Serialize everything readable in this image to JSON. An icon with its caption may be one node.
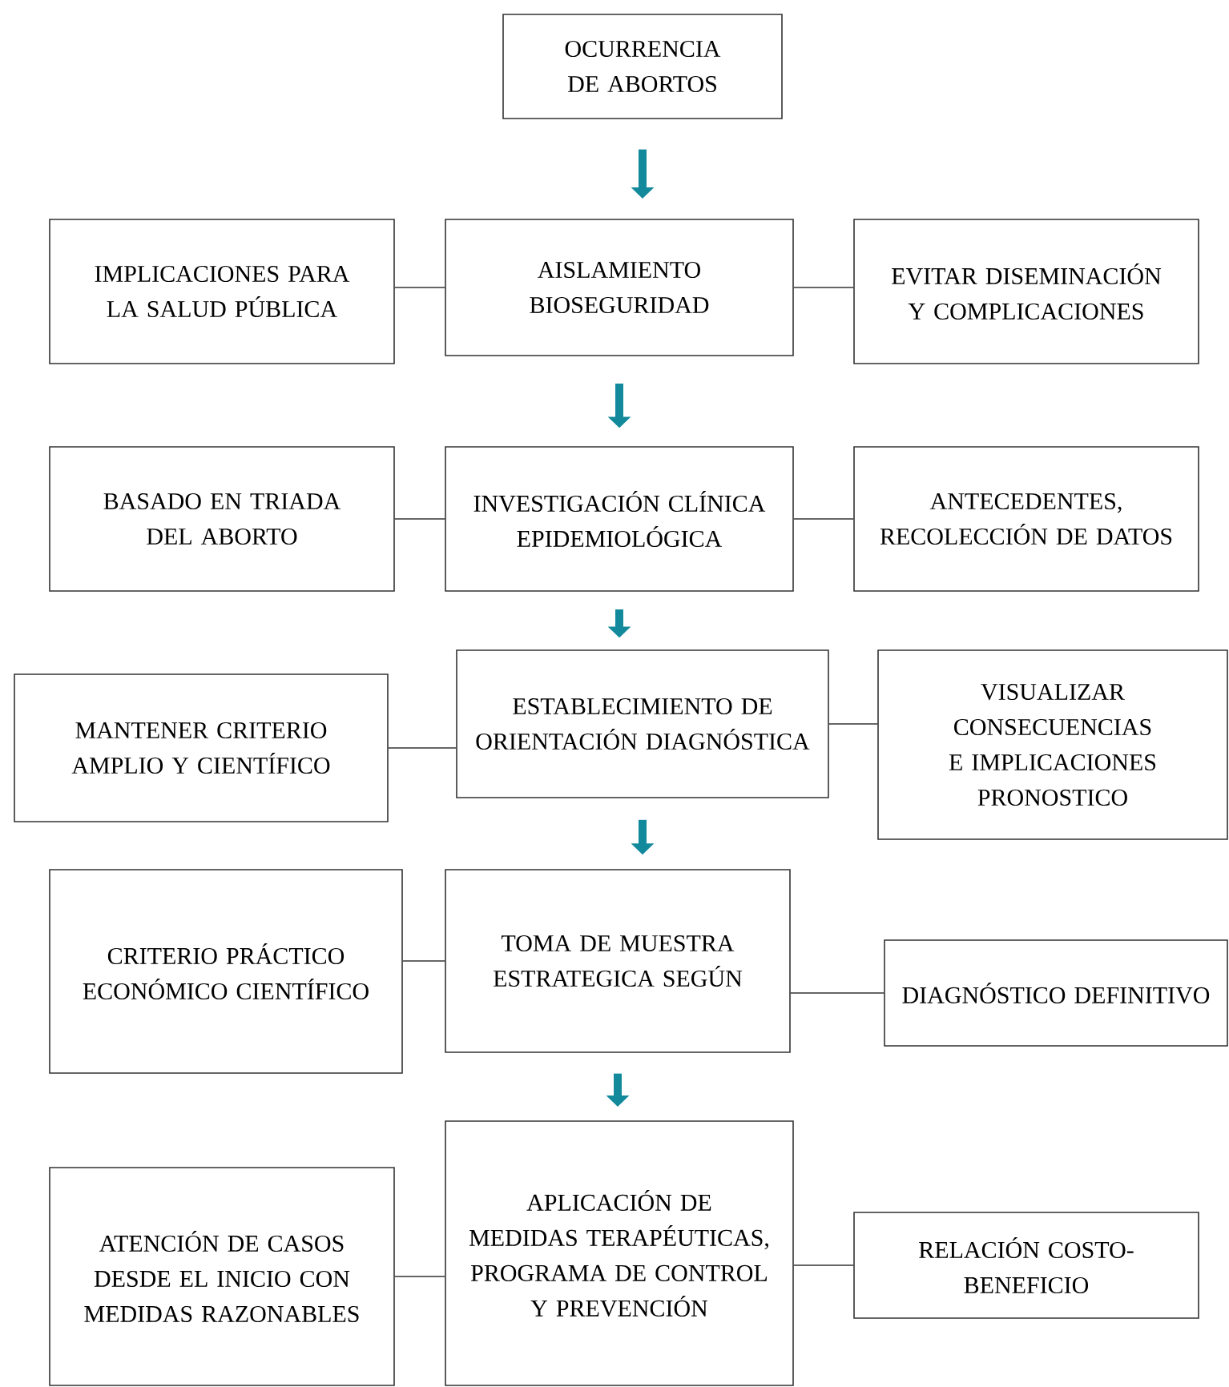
{
  "diagram": {
    "nodes": [
      {
        "text": [
          "OCURRENCIA DE ABORTOS"
        ]
      },
      {
        "text": [
          "IMPLICACIONES PARA LA SALUD PÚBLICA"
        ]
      },
      {
        "text": [
          "AISLAMIENTO BIOSEGURIDAD"
        ]
      },
      {
        "text": [
          "EVITAR DISEMINACIÓN Y COMPLICACIONES"
        ]
      },
      {
        "text": [
          "BASADO EN TRIADA DEL ABORTO"
        ]
      },
      {
        "text": [
          "INVESTIGACIÓN CLÍNICA EPIDEMIOLÓGICA"
        ]
      },
      {
        "text": [
          "ANTECEDENTES, RECOLECCIÓN DE DATOS"
        ]
      },
      {
        "text": [
          "MANTENER CRITERIO AMPLIO Y CIENTÍFICO"
        ]
      },
      {
        "text": [
          "ESTABLECIMIENTO DE ORIENTACIÓN DIAGNÓSTICA"
        ]
      },
      {
        "text": [
          "VISUALIZAR CONSECUENCIAS E IMPLICACIONES PRONOSTICO"
        ]
      },
      {
        "text": [
          "CRITERIO PRÁCTICO ECONÓMICO CIENTÍFICO"
        ]
      },
      {
        "text": [
          "TOMA DE MUESTRA ESTRATEGICA SEGÚN"
        ]
      },
      {
        "text": [
          "DIAGNÓSTICO DEFINITIVO"
        ]
      },
      {
        "text": [
          "ATENCIÓN DE CASOS DESDE EL INICIO CON MEDIDAS RAZONABLES"
        ]
      },
      {
        "text": [
          "APLICACIÓN DE MEDIDAS TERAPÉUTICAS, PROGRAMA DE CONTROL Y PREVENCIÓN"
        ]
      },
      {
        "text": [
          "RELACIÓN COSTO-BENEFICIO"
        ]
      }
    ],
    "edges": [
      {
        "from": 0,
        "to": 2,
        "arrow": "to",
        "style": "thick",
        "color": "#138a9c"
      },
      {
        "from": 1,
        "to": 2,
        "arrow": "none"
      },
      {
        "from": 2,
        "to": 3,
        "arrow": "none"
      },
      {
        "from": 2,
        "to": 5,
        "arrow": "to",
        "style": "thick",
        "color": "#138a9c"
      },
      {
        "from": 4,
        "to": 5,
        "arrow": "none"
      },
      {
        "from": 5,
        "to": 6,
        "arrow": "none"
      },
      {
        "from": 5,
        "to": 8,
        "arrow": "to",
        "style": "thick",
        "color": "#138a9c"
      },
      {
        "from": 7,
        "to": 8,
        "arrow": "none"
      },
      {
        "from": 8,
        "to": 9,
        "arrow": "none"
      },
      {
        "from": 8,
        "to": 11,
        "arrow": "to",
        "style": "thick",
        "color": "#138a9c"
      },
      {
        "from": 10,
        "to": 11,
        "arrow": "none"
      },
      {
        "from": 11,
        "to": 12,
        "arrow": "none"
      },
      {
        "from": 11,
        "to": 14,
        "arrow": "to",
        "style": "thick",
        "color": "#138a9c"
      },
      {
        "from": 13,
        "to": 14,
        "arrow": "none"
      },
      {
        "from": 14,
        "to": 15,
        "arrow": "none"
      }
    ]
  }
}
